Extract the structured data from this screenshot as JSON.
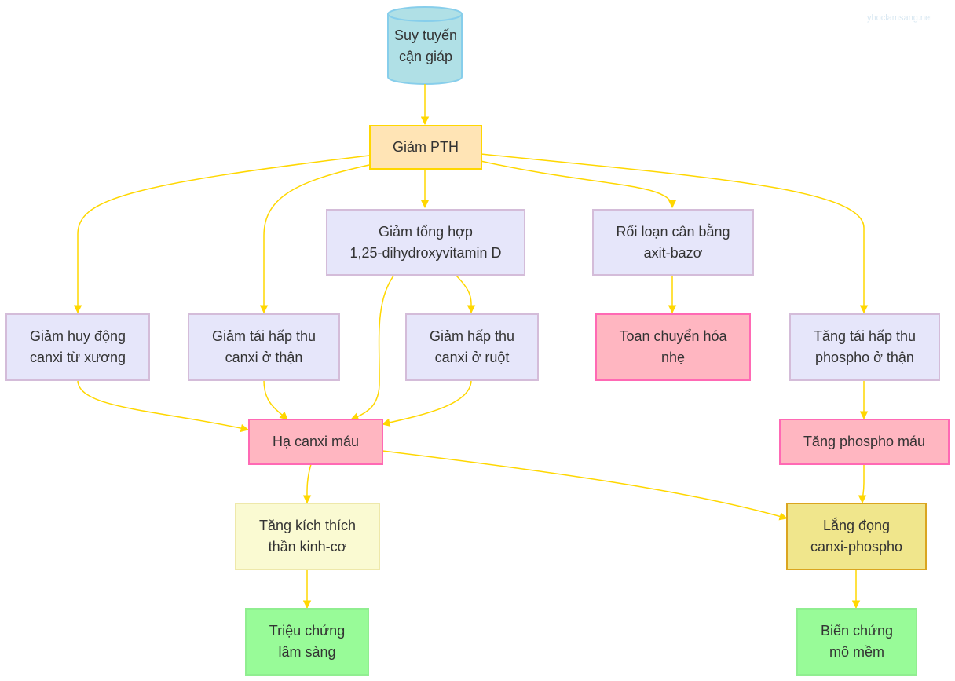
{
  "watermark": "yhoclamsang.net",
  "colors": {
    "edge": "#ffd700",
    "purple_fill": "#e6e6fa",
    "pink_fill": "#ffb6c1",
    "orange_fill": "#ffe4b5",
    "light_yellow_fill": "#fafad2",
    "khaki_fill": "#f0e68c",
    "green_fill": "#98fb98",
    "cylinder_fill": "#b0e0e6",
    "cylinder_stroke": "#87ceeb"
  },
  "nodes": {
    "hypopara": "Suy tuyến\ncận giáp",
    "low_pth": "Giảm PTH",
    "low_vitd": "Giảm tổng hợp\n1,25-dihydroxyvitamin D",
    "acid_base": "Rối loạn cân bằng\naxit-bazơ",
    "bone_mobil": "Giảm huy động\ncanxi từ xương",
    "renal_reabs": "Giảm tái hấp thu\ncanxi ở thận",
    "gut_abs": "Giảm hấp thu\ncanxi ở ruột",
    "acidosis": "Toan chuyển hóa\nnhẹ",
    "phos_reabs": "Tăng tái hấp thu\nphospho ở thận",
    "hypocalcemia": "Hạ canxi máu",
    "hyperphos": "Tăng phospho máu",
    "neuro": "Tăng kích thích\nthần kinh-cơ",
    "deposition": "Lắng đọng\ncanxi-phospho",
    "symptoms": "Triệu chứng\nlâm sàng",
    "soft_tissue": "Biến chứng\nmô mềm"
  }
}
